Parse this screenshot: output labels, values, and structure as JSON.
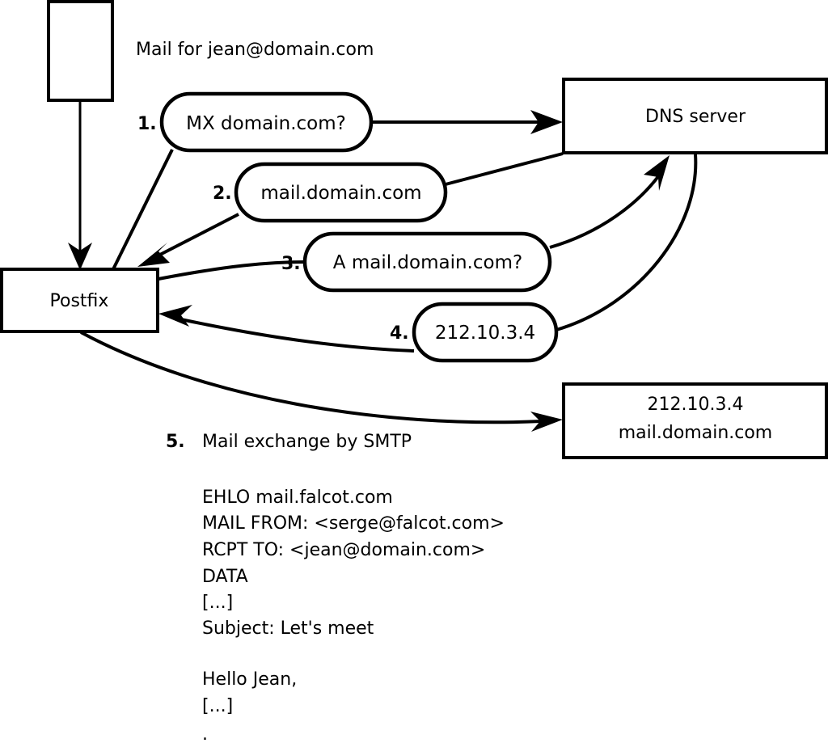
{
  "diagram": {
    "title_caption": "Mail for jean@domain.com",
    "nodes": [
      {
        "id": "source-box",
        "label": ""
      },
      {
        "id": "postfix-box",
        "label": "Postfix"
      },
      {
        "id": "dns-server-box",
        "label": "DNS server"
      },
      {
        "id": "mail-server-box",
        "line1": "212.10.3.4",
        "line2": "mail.domain.com"
      }
    ],
    "steps": [
      {
        "num": "1.",
        "label": "MX domain.com?"
      },
      {
        "num": "2.",
        "label": "mail.domain.com"
      },
      {
        "num": "3.",
        "label": "A mail.domain.com?"
      },
      {
        "num": "4.",
        "label": "212.10.3.4"
      },
      {
        "num": "5.",
        "label": "Mail exchange by SMTP"
      }
    ],
    "smtp_transcript": [
      "EHLO mail.falcot.com",
      "MAIL FROM: <serge@falcot.com>",
      "RCPT TO: <jean@domain.com>",
      "DATA",
      "[...]",
      "Subject: Let's meet",
      "",
      "Hello Jean,",
      "[...]",
      "",
      "."
    ],
    "colors": {
      "stroke": "#000000",
      "fill": "#ffffff",
      "text": "#000000"
    }
  }
}
